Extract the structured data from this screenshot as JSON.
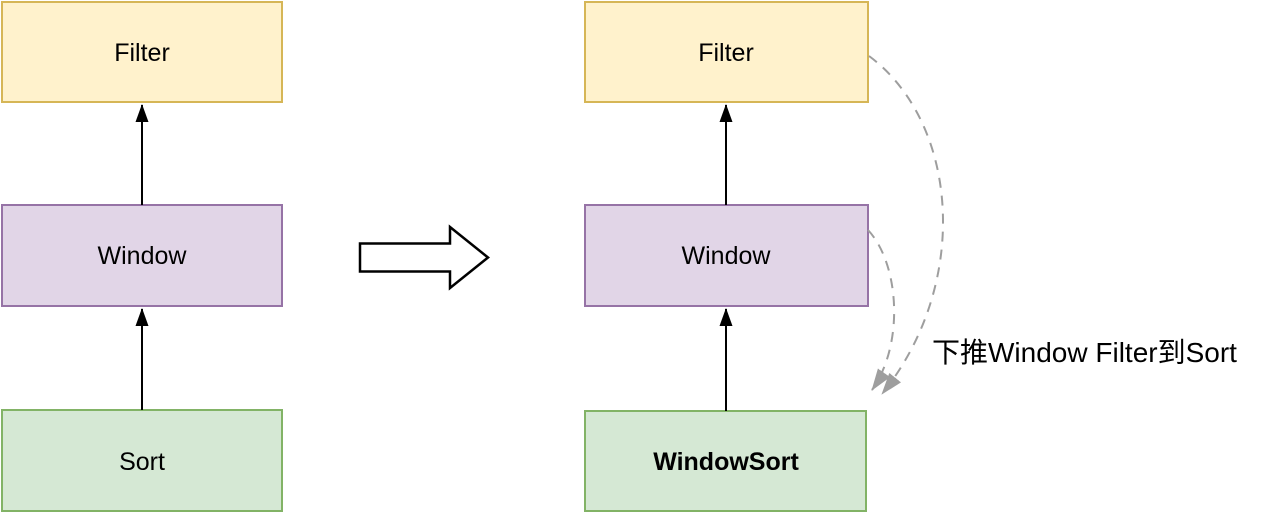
{
  "diagram": {
    "left_pipeline": {
      "nodes": [
        {
          "id": "filter",
          "label": "Filter"
        },
        {
          "id": "window",
          "label": "Window"
        },
        {
          "id": "sort",
          "label": "Sort"
        }
      ]
    },
    "right_pipeline": {
      "nodes": [
        {
          "id": "filter",
          "label": "Filter"
        },
        {
          "id": "window",
          "label": "Window"
        },
        {
          "id": "windowsort",
          "label": "WindowSort"
        }
      ]
    },
    "annotation": {
      "text": "下推Window Filter到Sort"
    }
  },
  "colors": {
    "filter_fill": "#FFF2CC",
    "filter_border": "#D6B656",
    "window_fill": "#E1D5E7",
    "window_border": "#9673A6",
    "sort_fill": "#D5E8D4",
    "sort_border": "#82B366",
    "flow_arrow": "#000000",
    "dashed_arrow": "#9E9E9E",
    "text": "#000000",
    "transform_arrow_fill": "#FFFFFF",
    "transform_arrow_border": "#000000",
    "background": "#FFFFFF"
  }
}
